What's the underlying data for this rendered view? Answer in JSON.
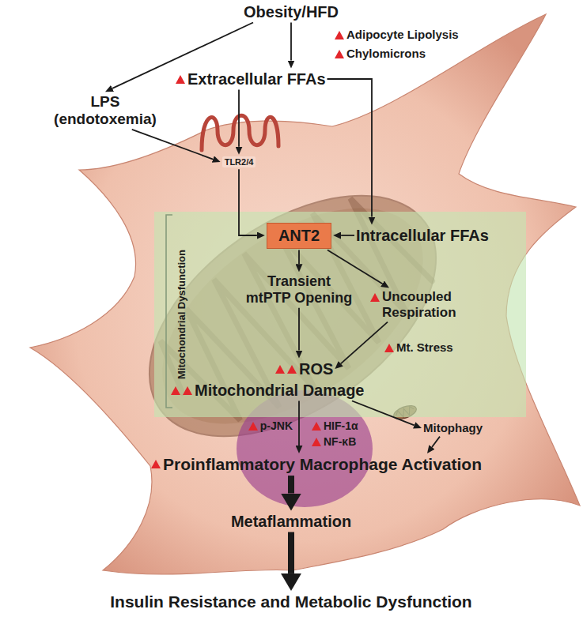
{
  "diagram": {
    "nodes": [
      {
        "text": [
          "Obesity/HFD"
        ]
      },
      {
        "text": [
          "LPS (endotoxemia)"
        ]
      },
      {
        "text": [
          "Extracellular FFAs"
        ]
      },
      {
        "text": [
          "TLR2/4"
        ]
      },
      {
        "text": [
          "Mitochondrial Dysfunction"
        ]
      },
      {
        "text": [
          "ANT2"
        ],
        "in": 4
      },
      {
        "text": [
          "Intracellular FFAs"
        ],
        "in": 4
      },
      {
        "text": [
          "Transient mtPTP Opening"
        ],
        "in": 4
      },
      {
        "text": [
          "Uncoupled Respiration"
        ],
        "in": 4
      },
      {
        "text": [
          "ROS"
        ],
        "in": 4
      },
      {
        "text": [
          "Mitochondrial Damage"
        ],
        "in": 4
      },
      {
        "text": [
          "Mitophagy"
        ]
      },
      {
        "text": [
          "Proinflammatory Macrophage Activation"
        ]
      },
      {
        "text": [
          "Metaflammation"
        ]
      },
      {
        "text": [
          "Insulin Resistance and Metabolic Dysfunction"
        ]
      }
    ],
    "edges": [
      {
        "from": 0,
        "to": 1,
        "arrow": "to"
      },
      {
        "from": 0,
        "to": 2,
        "arrow": "to"
      },
      {
        "from": 1,
        "to": 3,
        "arrow": "to"
      },
      {
        "from": 2,
        "to": 3,
        "arrow": "to"
      },
      {
        "from": 2,
        "to": 6,
        "arrow": "to"
      },
      {
        "from": 3,
        "to": 5,
        "arrow": "to"
      },
      {
        "from": 6,
        "to": 5,
        "arrow": "to"
      },
      {
        "from": 5,
        "to": 7,
        "arrow": "to"
      },
      {
        "from": 5,
        "to": 8,
        "arrow": "to"
      },
      {
        "from": 7,
        "to": 9,
        "arrow": "to"
      },
      {
        "from": 8,
        "to": 9,
        "arrow": "to"
      },
      {
        "from": 10,
        "to": 12,
        "arrow": "to"
      },
      {
        "from": 10,
        "to": 11,
        "arrow": "to"
      },
      {
        "from": 11,
        "to": 12,
        "arrow": "to"
      },
      {
        "from": 12,
        "to": 13,
        "arrow": "to"
      },
      {
        "from": 13,
        "to": 14,
        "arrow": "to"
      }
    ],
    "labels": [
      "Adipocyte Lipolysis",
      "Chylomicrons",
      "Mt. Stress",
      "p-JNK",
      "HIF-1α",
      "NF-κB"
    ]
  }
}
